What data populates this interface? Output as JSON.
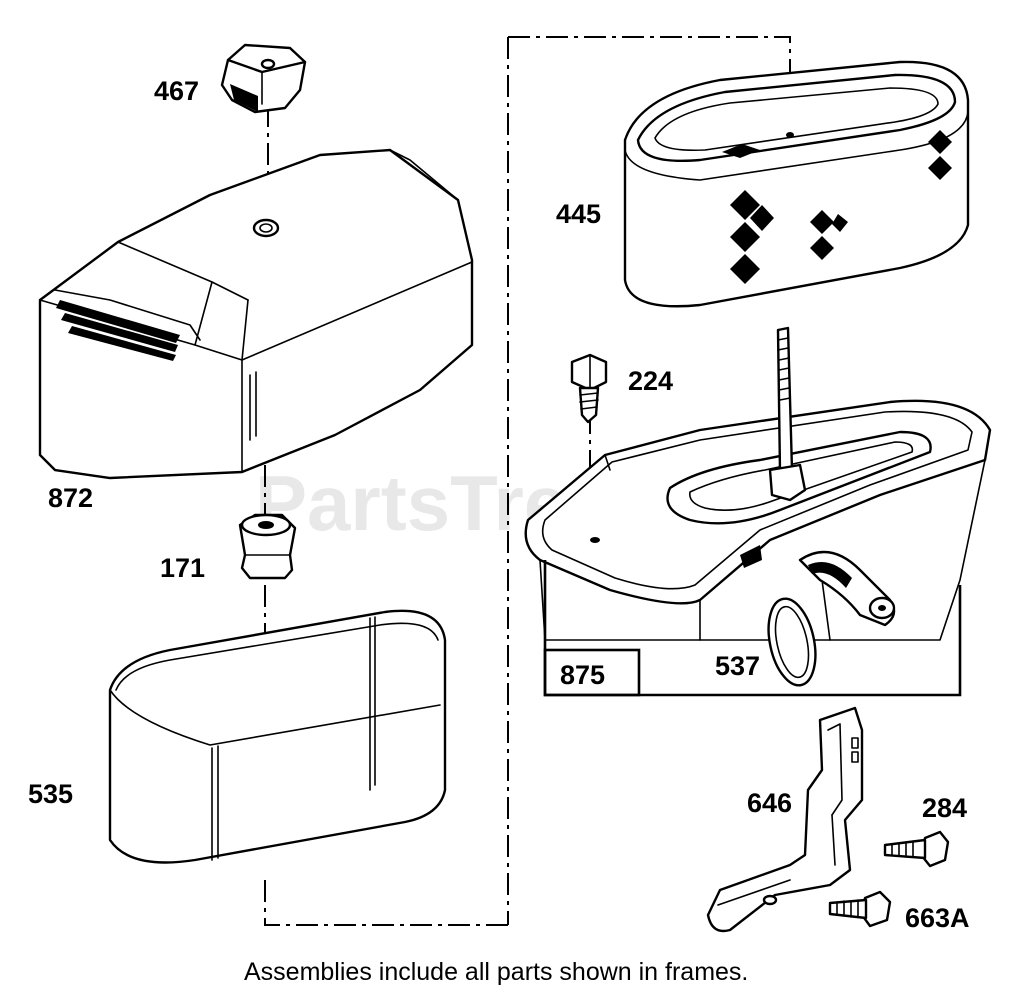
{
  "watermark": "PartsTree",
  "caption": "Assemblies include all parts shown in frames.",
  "parts": {
    "p467": "467",
    "p872": "872",
    "p171": "171",
    "p535": "535",
    "p445": "445",
    "p224": "224",
    "p875": "875",
    "p537": "537",
    "p646": "646",
    "p284": "284",
    "p663A": "663A"
  }
}
